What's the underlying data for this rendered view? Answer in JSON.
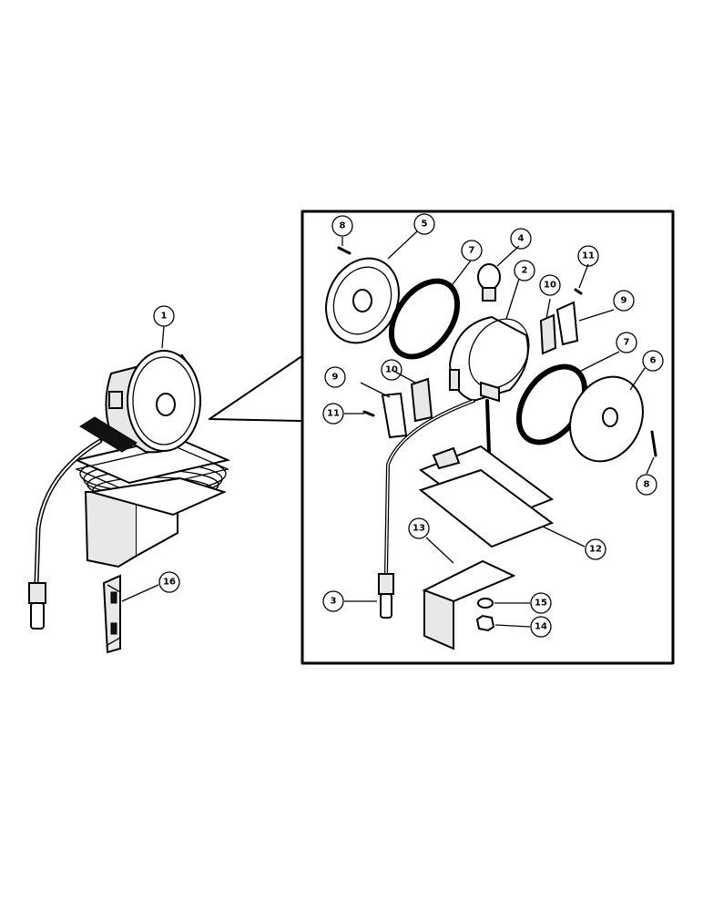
{
  "callouts": [
    "1",
    "2",
    "3",
    "4",
    "5",
    "6",
    "7",
    "7",
    "8",
    "8",
    "9",
    "9",
    "10",
    "10",
    "11",
    "11",
    "12",
    "13",
    "14",
    "15",
    "16"
  ]
}
